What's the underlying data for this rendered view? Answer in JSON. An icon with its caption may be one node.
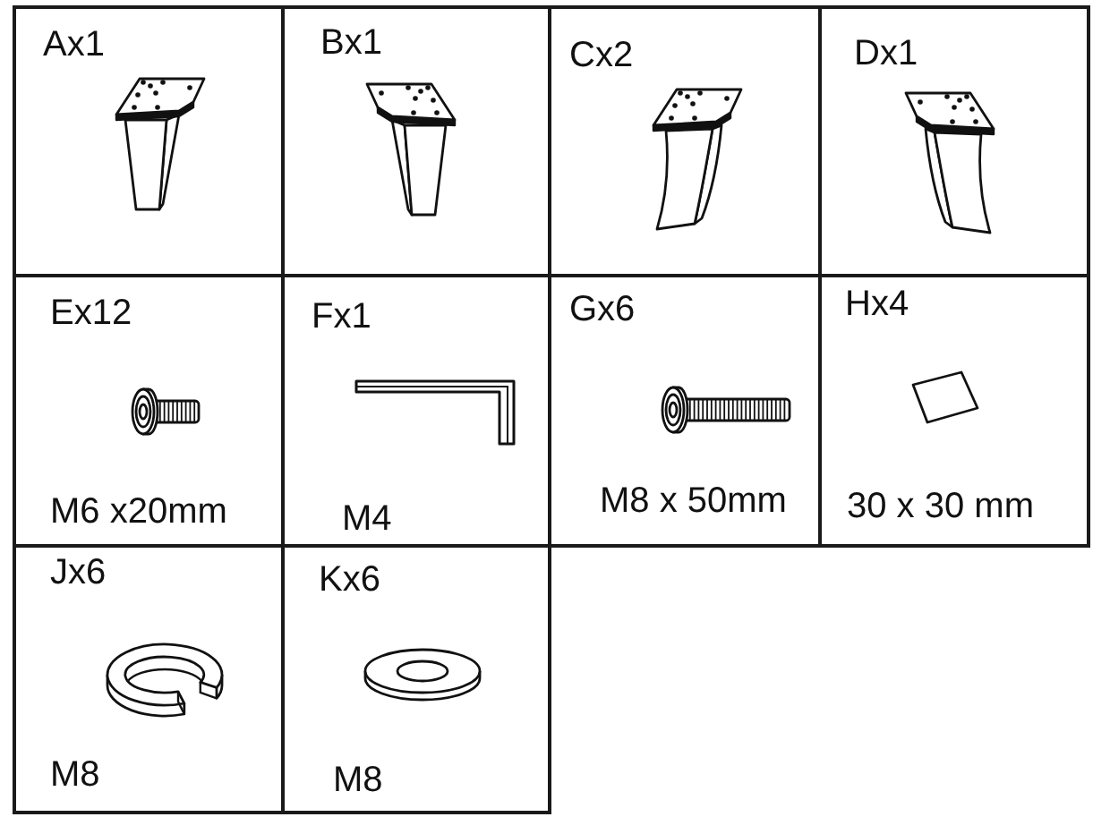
{
  "diagram": {
    "nodes": [
      {
        "text": [
          "Ax1"
        ]
      },
      {
        "text": [
          "Bx1"
        ]
      },
      {
        "text": [
          "Cx2"
        ]
      },
      {
        "text": [
          "Dx1"
        ]
      },
      {
        "text": [
          "Ex12",
          "M6 x20mm"
        ]
      },
      {
        "text": [
          "Fx1",
          "M4"
        ]
      },
      {
        "text": [
          "Gx6",
          "M8 x 50mm"
        ]
      },
      {
        "text": [
          "Hx4",
          "30 x 30 mm"
        ]
      },
      {
        "text": [
          "Jx6",
          "M8"
        ]
      },
      {
        "text": [
          "Kx6",
          "M8"
        ]
      }
    ]
  }
}
